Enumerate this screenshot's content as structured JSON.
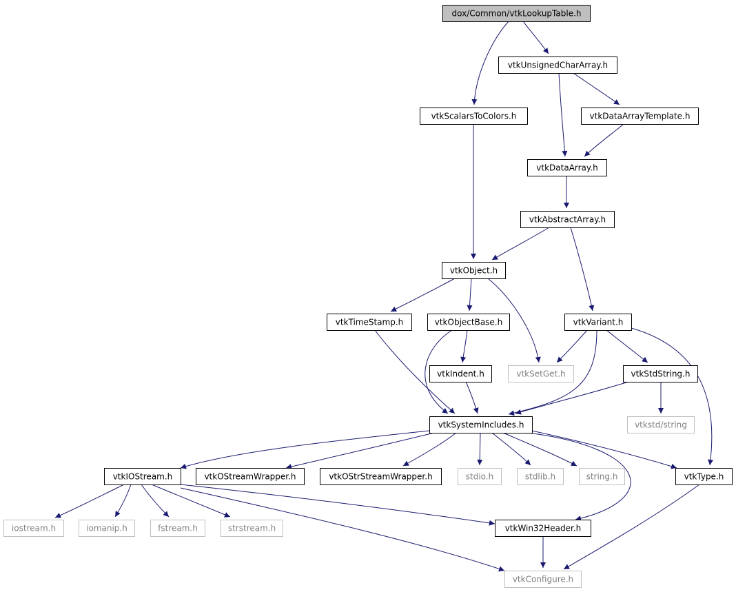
{
  "diagram": {
    "kind": "include-dependency-graph",
    "colors": {
      "root_fill": "#bfbfbf",
      "node_border": "#000000",
      "external_border": "#bfbfbf",
      "external_text": "#808080",
      "text": "#000000",
      "edge": "#191970"
    },
    "nodes": [
      {
        "id": "root",
        "label": "dox/Common/vtkLookupTable.h",
        "style": "root"
      },
      {
        "id": "uca",
        "label": "vtkUnsignedCharArray.h",
        "style": "normal"
      },
      {
        "id": "s2c",
        "label": "vtkScalarsToColors.h",
        "style": "normal"
      },
      {
        "id": "dat",
        "label": "vtkDataArrayTemplate.h",
        "style": "normal"
      },
      {
        "id": "da",
        "label": "vtkDataArray.h",
        "style": "normal"
      },
      {
        "id": "aa",
        "label": "vtkAbstractArray.h",
        "style": "normal"
      },
      {
        "id": "obj",
        "label": "vtkObject.h",
        "style": "normal"
      },
      {
        "id": "ts",
        "label": "vtkTimeStamp.h",
        "style": "normal"
      },
      {
        "id": "ob",
        "label": "vtkObjectBase.h",
        "style": "normal"
      },
      {
        "id": "var",
        "label": "vtkVariant.h",
        "style": "normal"
      },
      {
        "id": "ind",
        "label": "vtkIndent.h",
        "style": "normal"
      },
      {
        "id": "sg",
        "label": "vtkSetGet.h",
        "style": "external"
      },
      {
        "id": "ss",
        "label": "vtkStdString.h",
        "style": "normal"
      },
      {
        "id": "si",
        "label": "vtkSystemIncludes.h",
        "style": "normal"
      },
      {
        "id": "vstr",
        "label": "vtkstd/string",
        "style": "external"
      },
      {
        "id": "ios",
        "label": "vtkIOStream.h",
        "style": "normal"
      },
      {
        "id": "osw",
        "label": "vtkOStreamWrapper.h",
        "style": "normal"
      },
      {
        "id": "osrw",
        "label": "vtkOStrStreamWrapper.h",
        "style": "normal"
      },
      {
        "id": "stdio",
        "label": "stdio.h",
        "style": "external"
      },
      {
        "id": "stdlib",
        "label": "stdlib.h",
        "style": "external"
      },
      {
        "id": "string",
        "label": "string.h",
        "style": "external"
      },
      {
        "id": "type",
        "label": "vtkType.h",
        "style": "normal"
      },
      {
        "id": "iostream",
        "label": "iostream.h",
        "style": "external"
      },
      {
        "id": "iomanip",
        "label": "iomanip.h",
        "style": "external"
      },
      {
        "id": "fstream",
        "label": "fstream.h",
        "style": "external"
      },
      {
        "id": "strstream",
        "label": "strstream.h",
        "style": "external"
      },
      {
        "id": "w32",
        "label": "vtkWin32Header.h",
        "style": "normal"
      },
      {
        "id": "cfg",
        "label": "vtkConfigure.h",
        "style": "external"
      }
    ],
    "edges": [
      {
        "from": "root",
        "to": "uca"
      },
      {
        "from": "root",
        "to": "s2c"
      },
      {
        "from": "uca",
        "to": "dat"
      },
      {
        "from": "uca",
        "to": "da"
      },
      {
        "from": "dat",
        "to": "da"
      },
      {
        "from": "da",
        "to": "aa"
      },
      {
        "from": "aa",
        "to": "obj"
      },
      {
        "from": "aa",
        "to": "var"
      },
      {
        "from": "s2c",
        "to": "obj"
      },
      {
        "from": "obj",
        "to": "ts"
      },
      {
        "from": "obj",
        "to": "ob"
      },
      {
        "from": "obj",
        "to": "sg"
      },
      {
        "from": "ob",
        "to": "ind"
      },
      {
        "from": "ob",
        "to": "si"
      },
      {
        "from": "ts",
        "to": "si"
      },
      {
        "from": "ind",
        "to": "si"
      },
      {
        "from": "var",
        "to": "sg"
      },
      {
        "from": "var",
        "to": "ss"
      },
      {
        "from": "var",
        "to": "si"
      },
      {
        "from": "var",
        "to": "type"
      },
      {
        "from": "ss",
        "to": "si"
      },
      {
        "from": "ss",
        "to": "vstr"
      },
      {
        "from": "si",
        "to": "ios"
      },
      {
        "from": "si",
        "to": "osw"
      },
      {
        "from": "si",
        "to": "osrw"
      },
      {
        "from": "si",
        "to": "stdio"
      },
      {
        "from": "si",
        "to": "stdlib"
      },
      {
        "from": "si",
        "to": "string"
      },
      {
        "from": "si",
        "to": "type"
      },
      {
        "from": "si",
        "to": "w32"
      },
      {
        "from": "ios",
        "to": "iostream"
      },
      {
        "from": "ios",
        "to": "iomanip"
      },
      {
        "from": "ios",
        "to": "fstream"
      },
      {
        "from": "ios",
        "to": "strstream"
      },
      {
        "from": "ios",
        "to": "w32"
      },
      {
        "from": "ios",
        "to": "cfg"
      },
      {
        "from": "w32",
        "to": "cfg"
      },
      {
        "from": "type",
        "to": "cfg"
      }
    ]
  }
}
